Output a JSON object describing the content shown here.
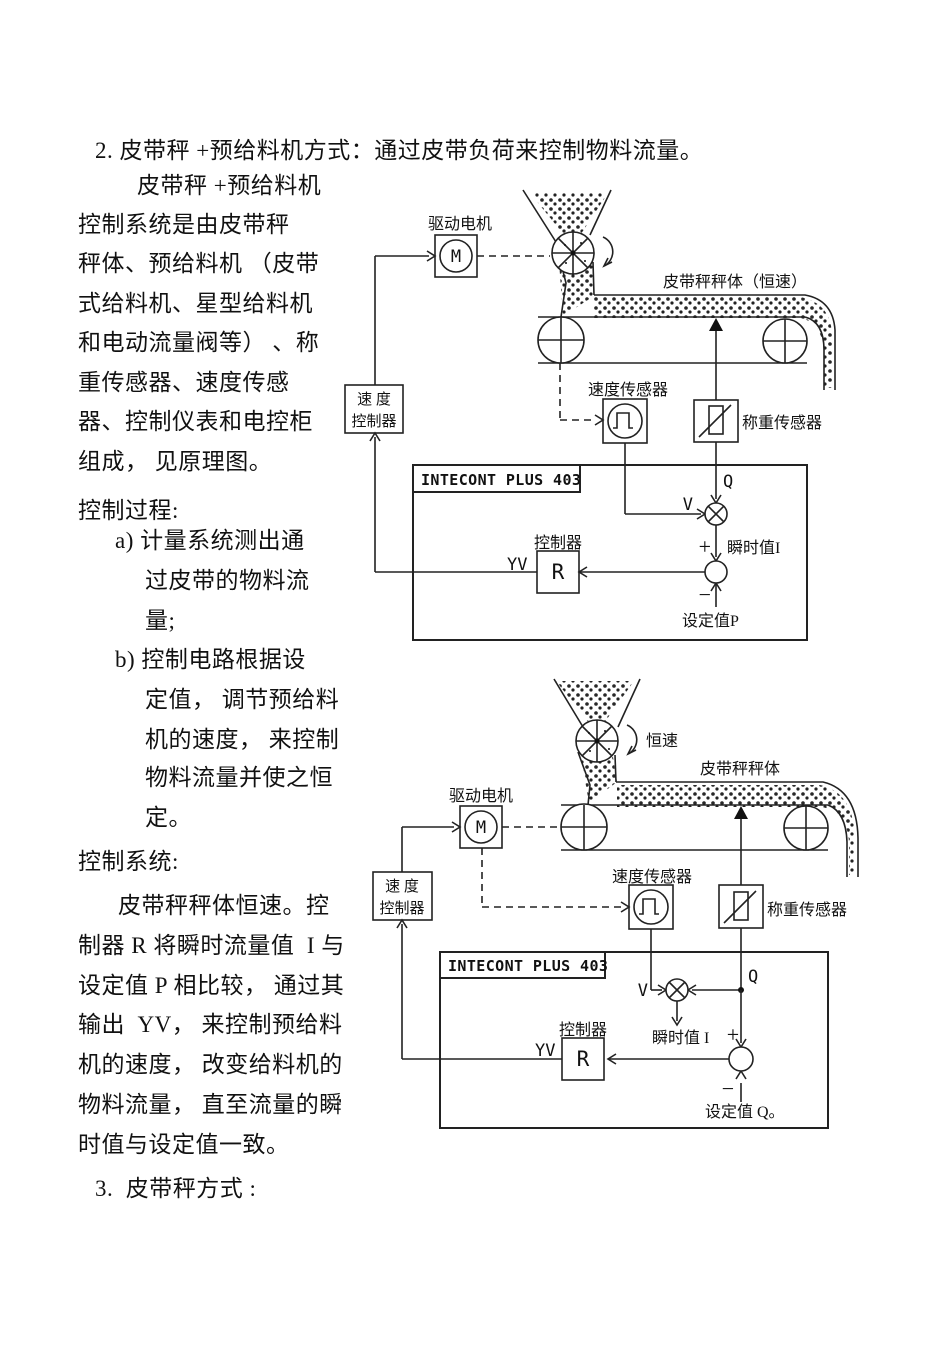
{
  "page": {
    "heading": "2. 皮带秤 +预给料机方式：通过皮带负荷来控制物料流量。"
  },
  "left_column": {
    "lines": [
      "皮带秤 +预给料机",
      "控制系统是由皮带秤",
      "秤体、预给料机 （皮带",
      "式给料机、星型给料机",
      "和电动流量阀等） 、称",
      "重传感器、速度传感",
      "器、控制仪表和电控柜",
      "组成， 见原理图。",
      "控制过程:",
      "a) 计量系统测出通",
      "过皮带的物料流",
      "量;",
      "b) 控制电路根据设",
      "定值， 调节预给料",
      "机的速度， 来控制",
      "物料流量并使之恒",
      "定。",
      "控制系统:",
      "皮带秤秤体恒速。控",
      "制器 R 将瞬时流量值  I 与",
      "设定值 P 相比较， 通过其",
      "输出  YV， 来控制预给料",
      "机的速度， 改变给料机的",
      "物料流量， 直至流量的瞬",
      "时值与设定值一致。",
      "3.  皮带秤方式 :"
    ]
  },
  "diagram1": {
    "motor_label": "驱动电机",
    "motor_symbol": "M",
    "scale_label": "皮带秤秤体（恒速）",
    "speed_sensor_label": "速度传感器",
    "weight_sensor_label": "称重传感器",
    "speed_controller_line1": "速 度",
    "speed_controller_line2": "控制器",
    "intecont_label": "INTECONT PLUS 403",
    "q_label": "Q",
    "v_label": "V",
    "plus_sign": "+",
    "minus_sign": "−",
    "instant_label": "瞬时值I",
    "setpoint_label": "设定值P",
    "controller_label": "控制器",
    "controller_symbol": "R",
    "yv_label": "YV"
  },
  "diagram2": {
    "motor_label": "驱动电机",
    "motor_symbol": "M",
    "constant_speed_label": "恒速",
    "scale_label": "皮带秤秤体",
    "speed_sensor_label": "速度传感器",
    "weight_sensor_label": "称重传感器",
    "speed_controller_line1": "速 度",
    "speed_controller_line2": "控制器",
    "intecont_label": "INTECONT PLUS 403",
    "q_label": "Q",
    "v_label": "V",
    "plus_sign": "+",
    "minus_sign": "−",
    "instant_label": "瞬时值 I",
    "setpoint_label": "设定值 Q。",
    "controller_label": "控制器",
    "controller_symbol": "R",
    "yv_label": "YV"
  }
}
